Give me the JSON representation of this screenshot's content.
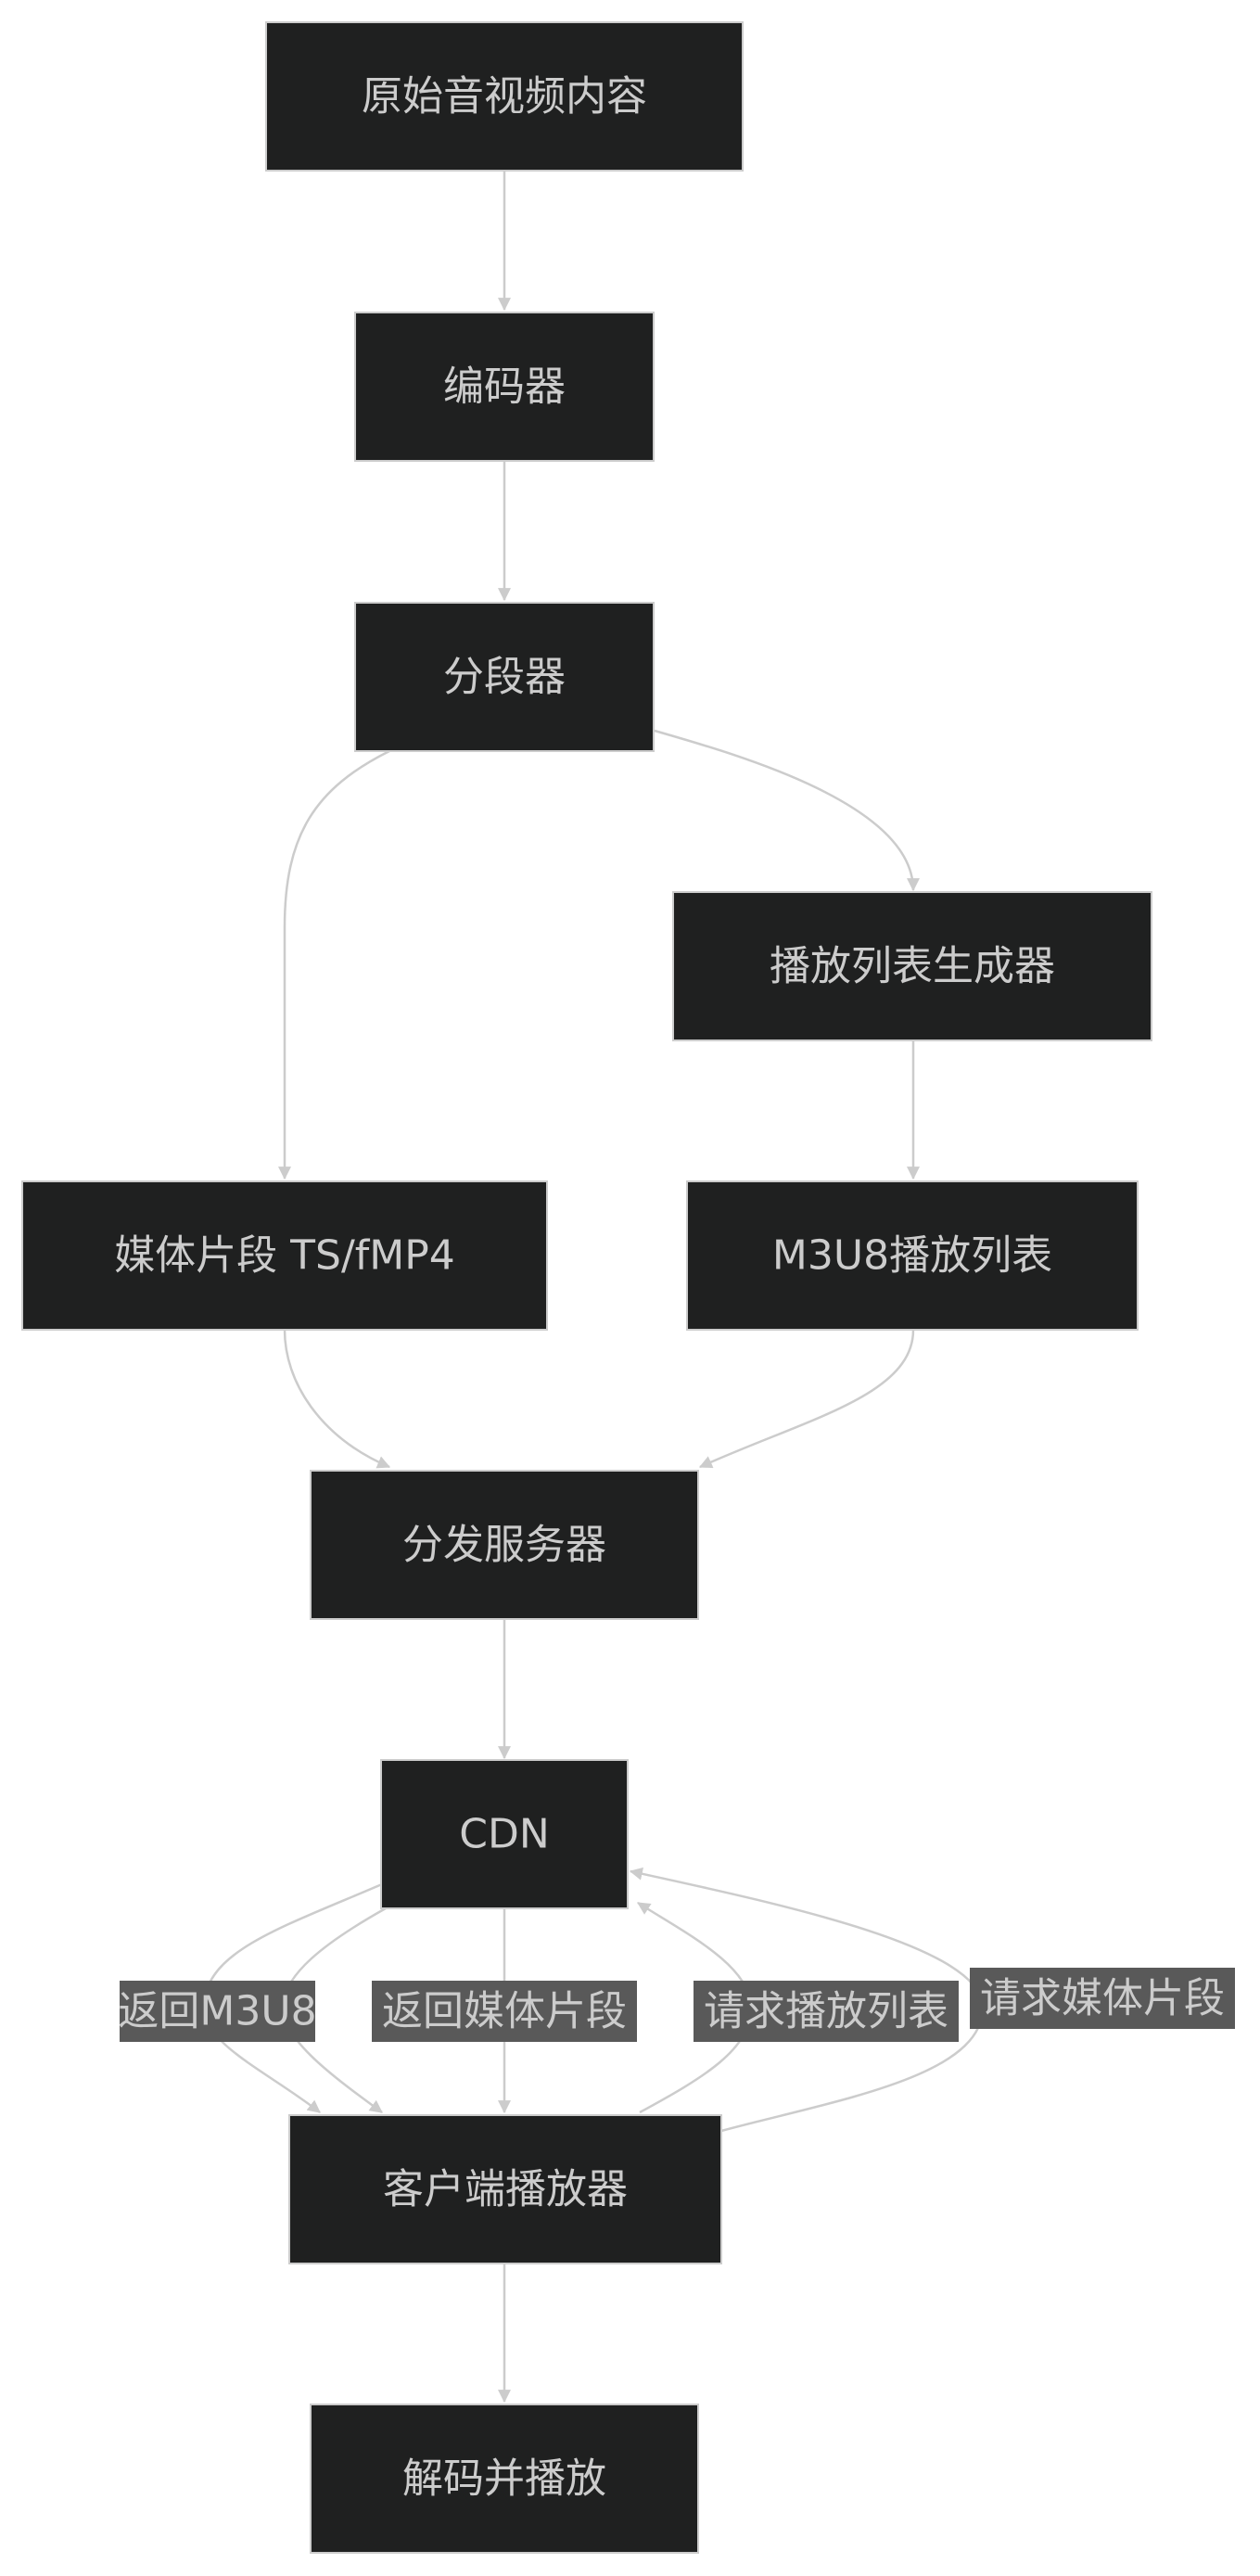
{
  "diagram": {
    "nodes": {
      "source": "原始音视频内容",
      "encoder": "编码器",
      "segmenter": "分段器",
      "playlist_generator": "播放列表生成器",
      "media_segments": "媒体片段 TS/fMP4",
      "m3u8_playlist": "M3U8播放列表",
      "distribution_server": "分发服务器",
      "cdn": "CDN",
      "client_player": "客户端播放器",
      "decode_play": "解码并播放"
    },
    "edge_labels": {
      "return_m3u8": "返回M3U8",
      "return_segments": "返回媒体片段",
      "request_playlist": "请求播放列表",
      "request_segments": "请求媒体片段"
    },
    "colors": {
      "background": "#ffffff",
      "node_fill": "#1f2020",
      "node_border": "#cccccc",
      "text": "#cccccc",
      "edge": "#cccccc",
      "label_background": "#595959"
    }
  }
}
